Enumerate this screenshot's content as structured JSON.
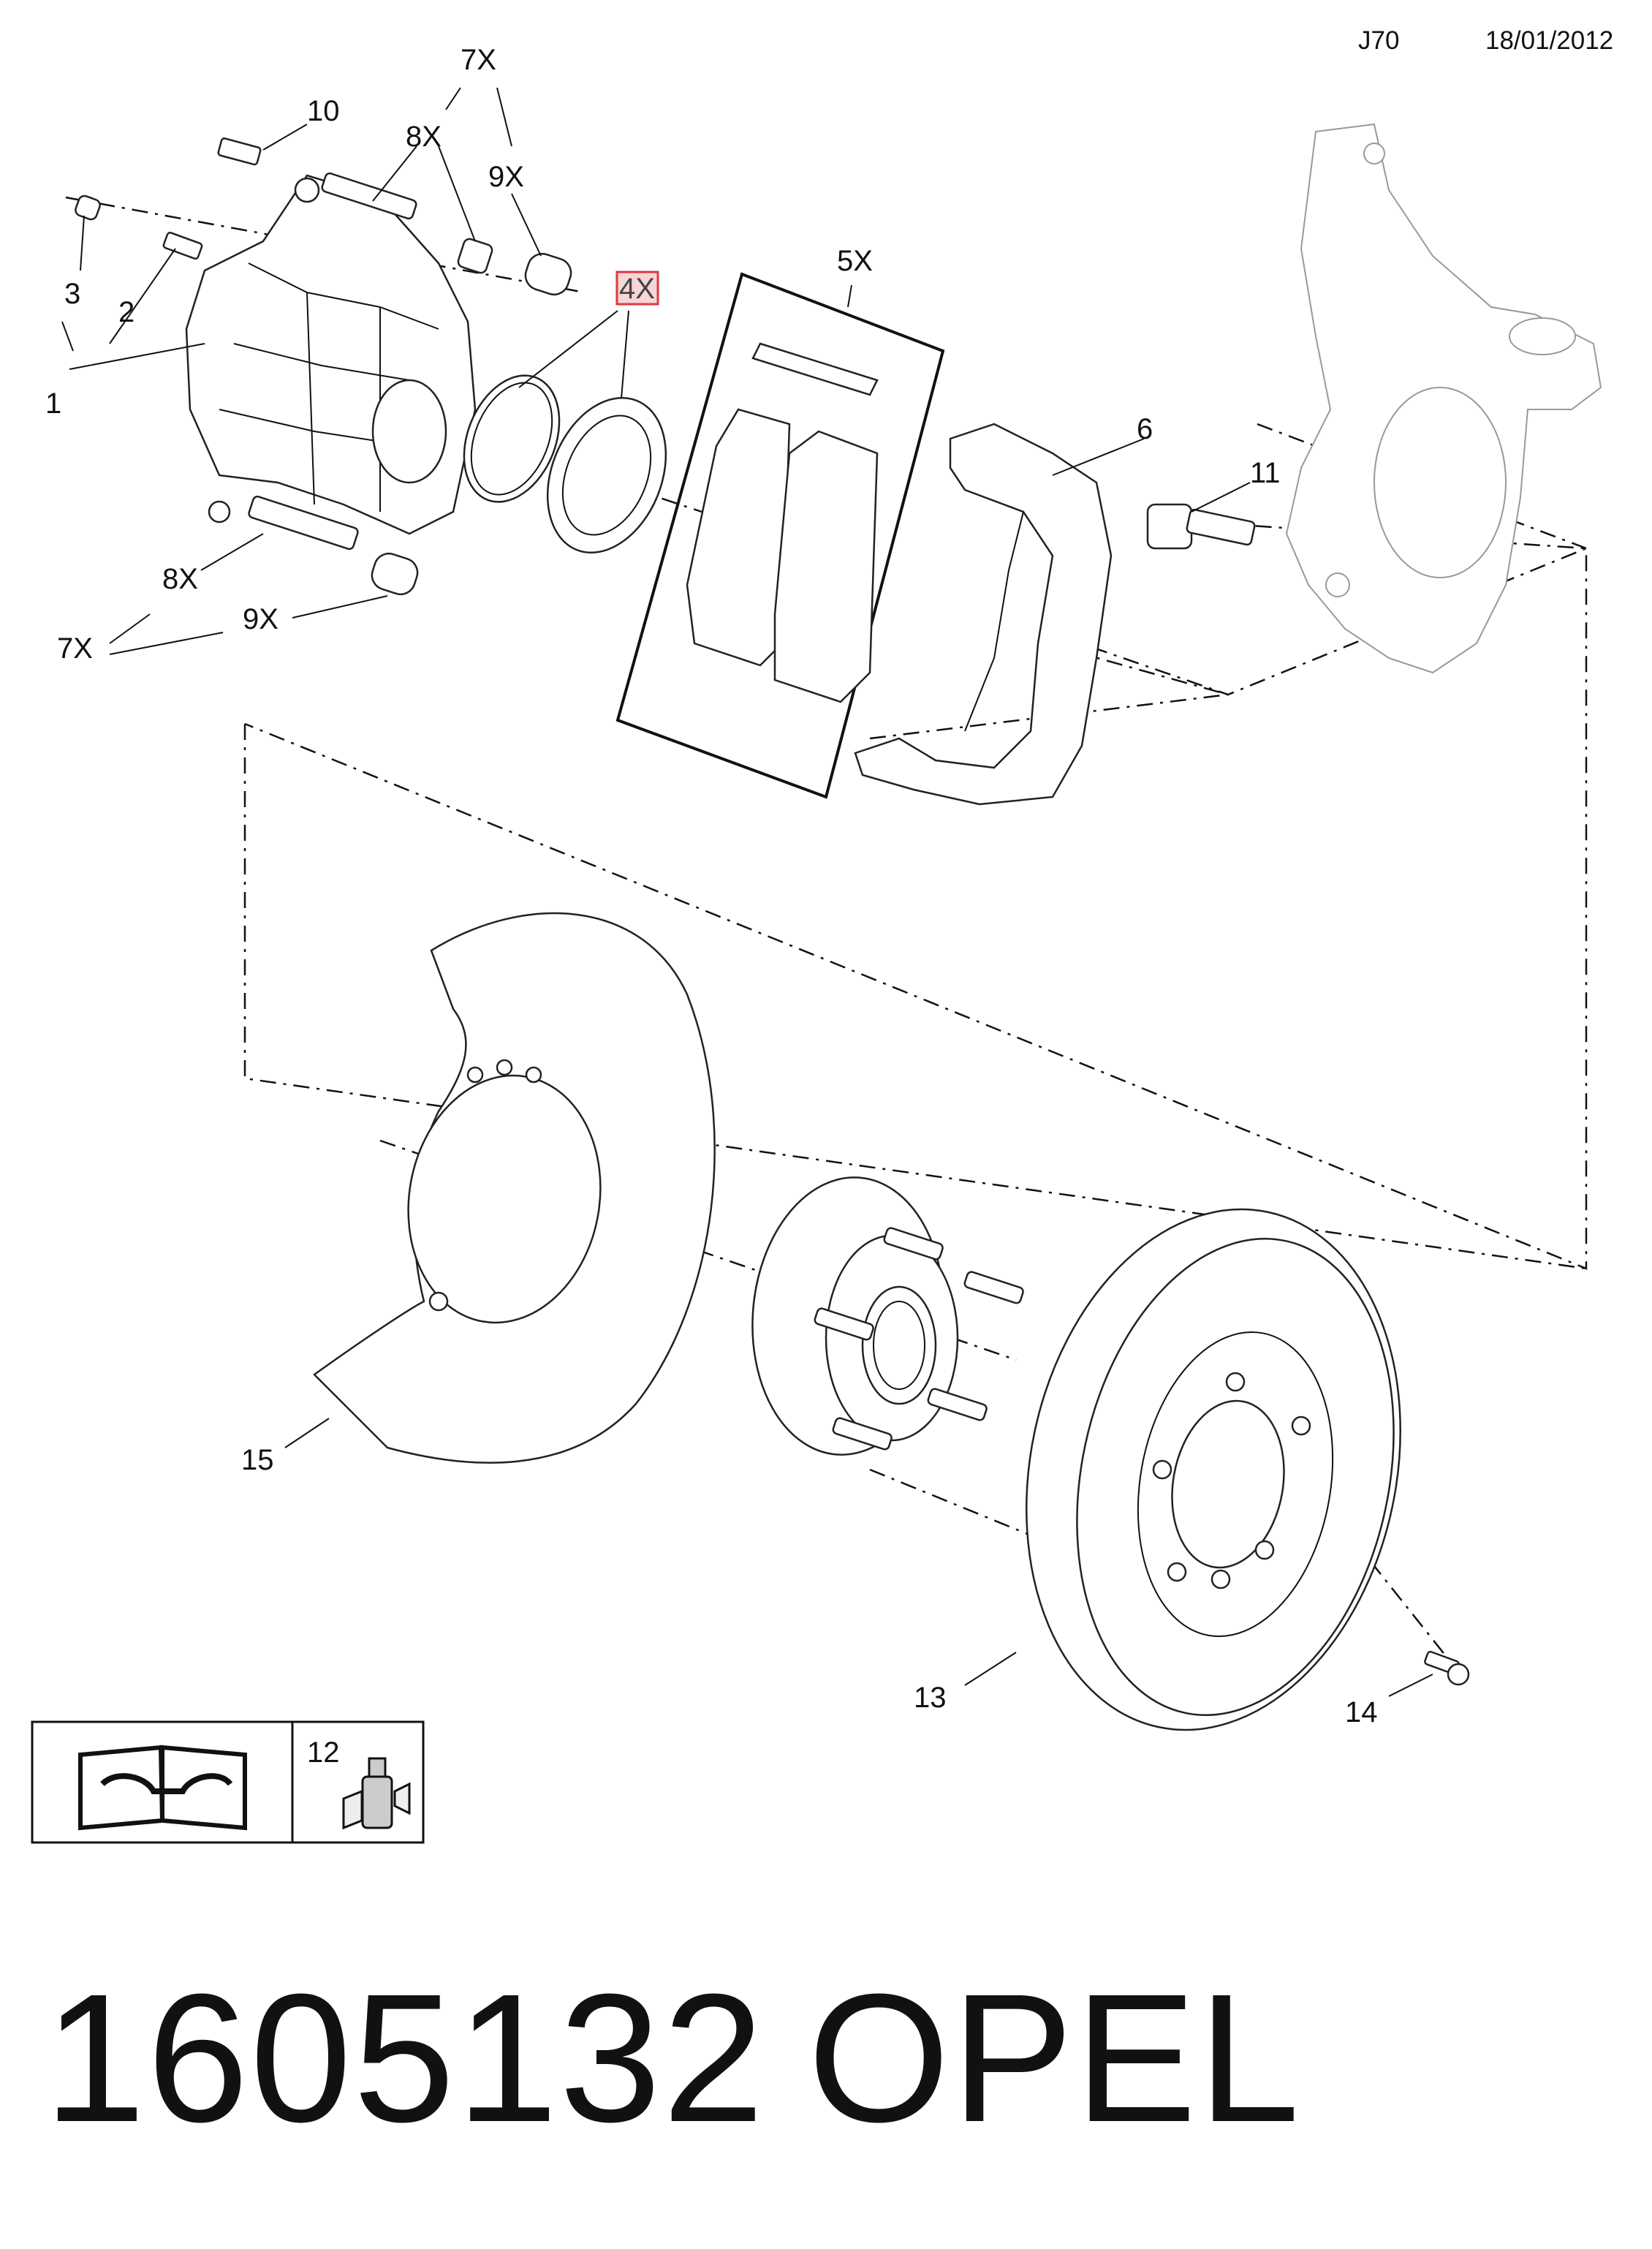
{
  "header": {
    "code": "J70",
    "date": "18/01/2012"
  },
  "callouts": {
    "c1": "1",
    "c2": "2",
    "c3": "3",
    "c4x": "4X",
    "c5x": "5X",
    "c6": "6",
    "c7x_top": "7X",
    "c7x_bottom": "7X",
    "c8x_top": "8X",
    "c8x_bottom": "8X",
    "c9x_top": "9X",
    "c9x_bottom": "9X",
    "c10": "10",
    "c11": "11",
    "c12": "12",
    "c13": "13",
    "c14": "14",
    "c15": "15"
  },
  "footer": {
    "part_number": "1605132",
    "brand": "OPEL"
  },
  "colors": {
    "highlight": "#e0393e",
    "highlight_fill": "#f7d6d6",
    "line": "#111111"
  }
}
